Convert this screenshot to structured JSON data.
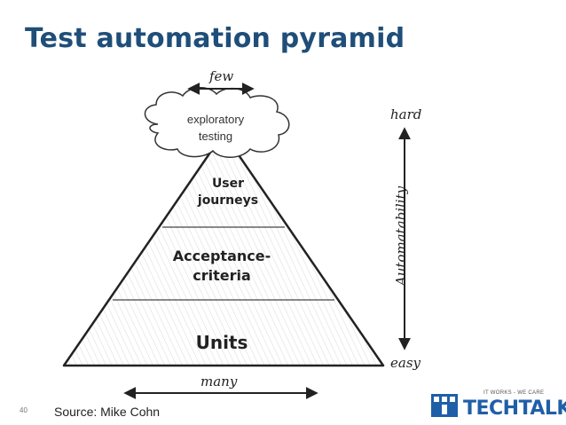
{
  "title": "Test automation pyramid",
  "scale_top": "few",
  "scale_bottom": "many",
  "axis": {
    "top": "hard",
    "bottom": "easy",
    "label": "Automatability"
  },
  "cloud": {
    "line1": "exploratory",
    "line2": "testing"
  },
  "layers": {
    "top_line1": "User",
    "top_line2": "journeys",
    "middle_line1": "Acceptance-",
    "middle_line2": "criteria",
    "bottom": "Units"
  },
  "footer": {
    "page_number": "40",
    "source": "Source: Mike Cohn"
  },
  "logo": {
    "brand": "TECHTALK",
    "tagline": "IT WORKS - WE CARE"
  },
  "colors": {
    "title": "#1f4e79",
    "brand": "#1f5fa8"
  }
}
